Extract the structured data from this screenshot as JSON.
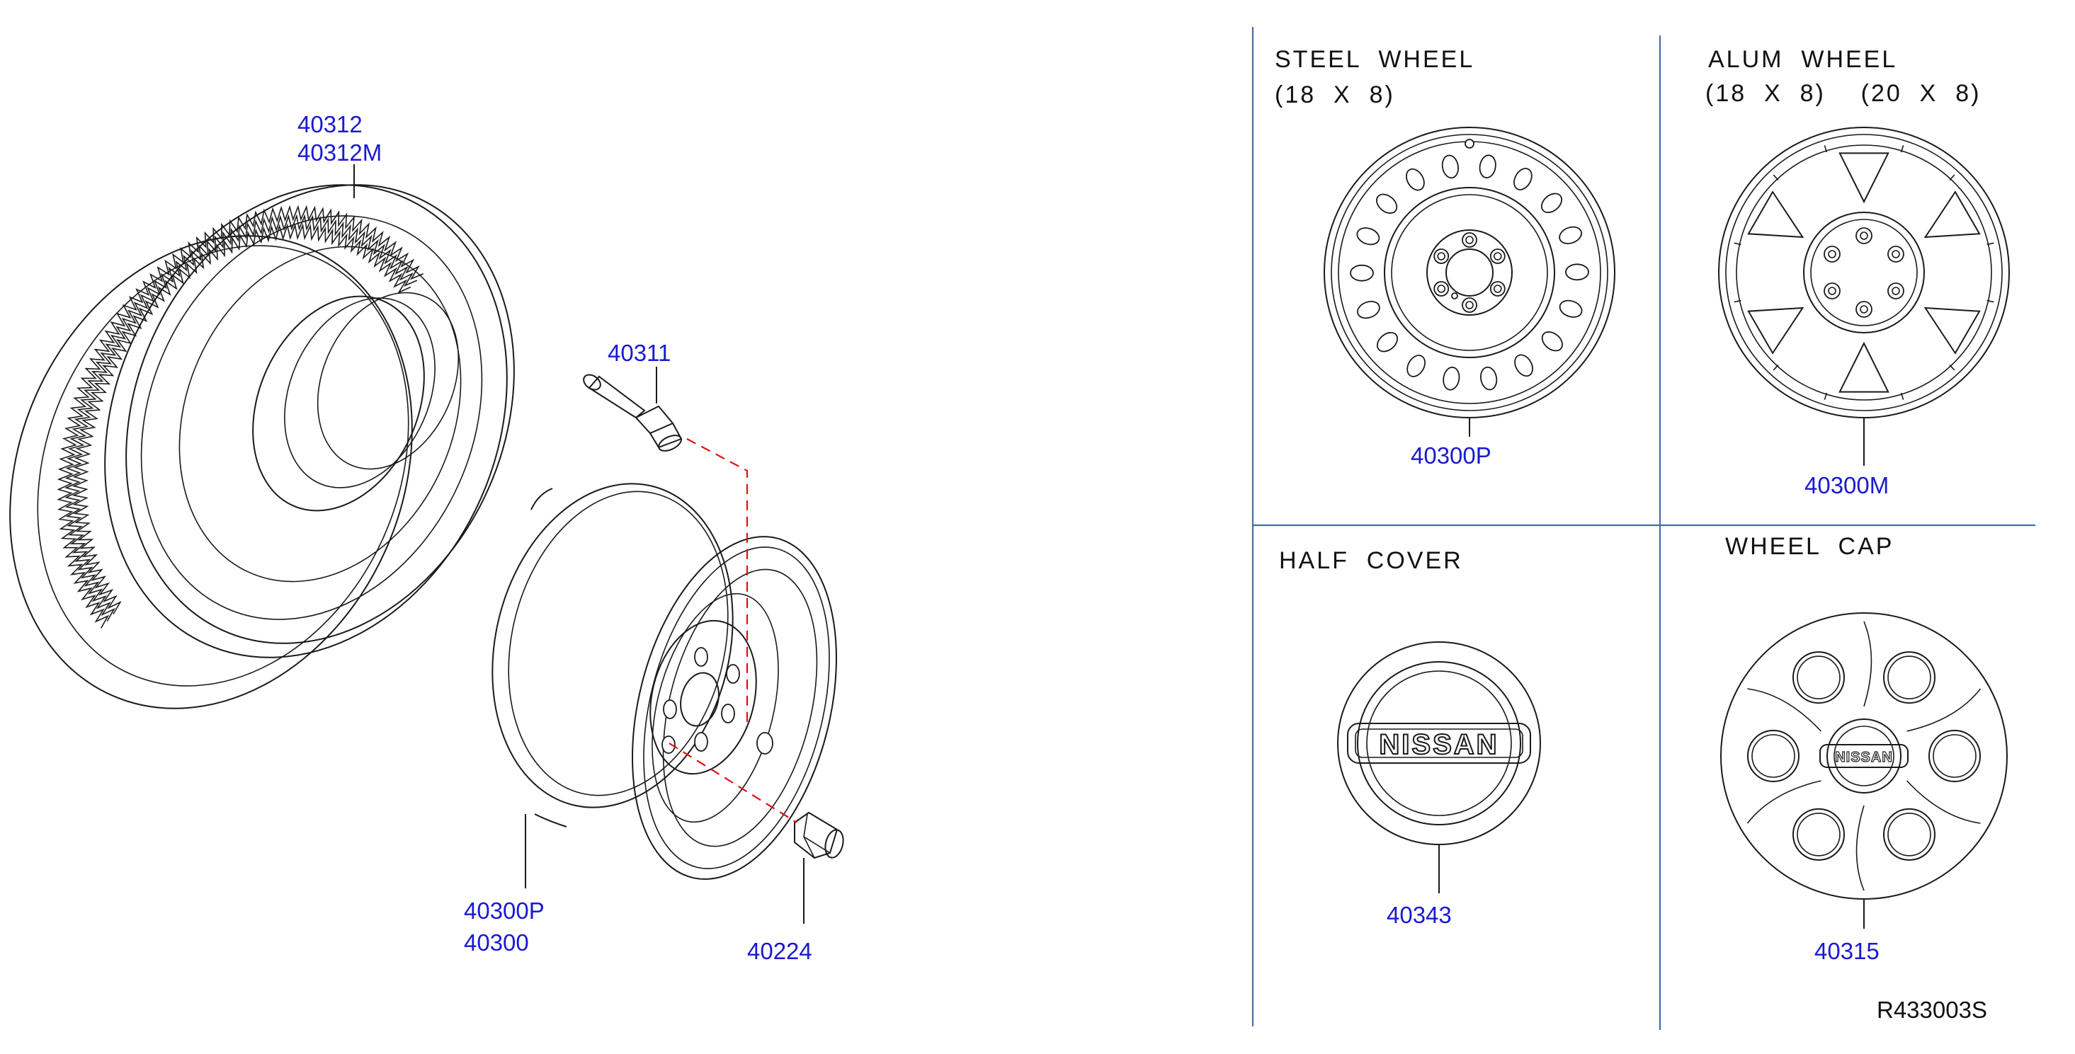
{
  "colors": {
    "part_number": "#1a1ad0",
    "leader": "#1a1a1a",
    "dash": "#e01010",
    "divider": "#4a6aa8"
  },
  "parts": {
    "tire": [
      "40312",
      "40312M"
    ],
    "valve": "40311",
    "wheel": [
      "40300P",
      "40300"
    ],
    "nut": "40224",
    "steel_wheel": "40300P",
    "alum_wheel": "40300M",
    "half_cover": "40343",
    "wheel_cap": "40315"
  },
  "panels": {
    "steel_wheel": {
      "title": "STEEL  WHEEL",
      "size": "(18  X  8)"
    },
    "alum_wheel": {
      "title": "ALUM  WHEEL",
      "size": "(18  X  8)    (20  X  8)"
    },
    "half_cover": {
      "title": "HALF  COVER",
      "logo": "NISSAN"
    },
    "wheel_cap": {
      "title": "WHEEL  CAP",
      "logo": "NISSAN"
    }
  },
  "diagram_code": "R433003S"
}
